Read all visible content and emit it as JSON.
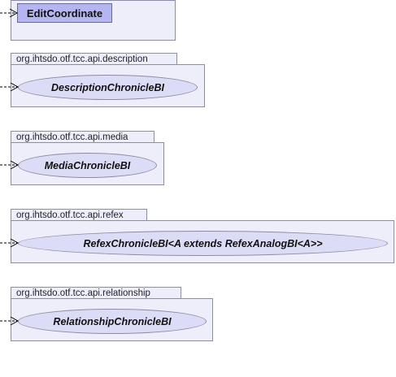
{
  "diagram": {
    "top_class": {
      "label": "EditCoordinate"
    },
    "packages": [
      {
        "name": "org.ihtsdo.otf.tcc.api.description",
        "interface": "DescriptionChronicleBI"
      },
      {
        "name": "org.ihtsdo.otf.tcc.api.media",
        "interface": "MediaChronicleBI"
      },
      {
        "name": "org.ihtsdo.otf.tcc.api.refex",
        "interface": "RefexChronicleBI<A extends RefexAnalogBI<A>>"
      },
      {
        "name": "org.ihtsdo.otf.tcc.api.relationship",
        "interface": "RelationshipChronicleBI"
      }
    ],
    "colors": {
      "package_fill": "#eeeefa",
      "package_border": "#8c8ca8",
      "interface_fill": "#dcdcf7",
      "class_fill": "#b5b5f2"
    }
  }
}
